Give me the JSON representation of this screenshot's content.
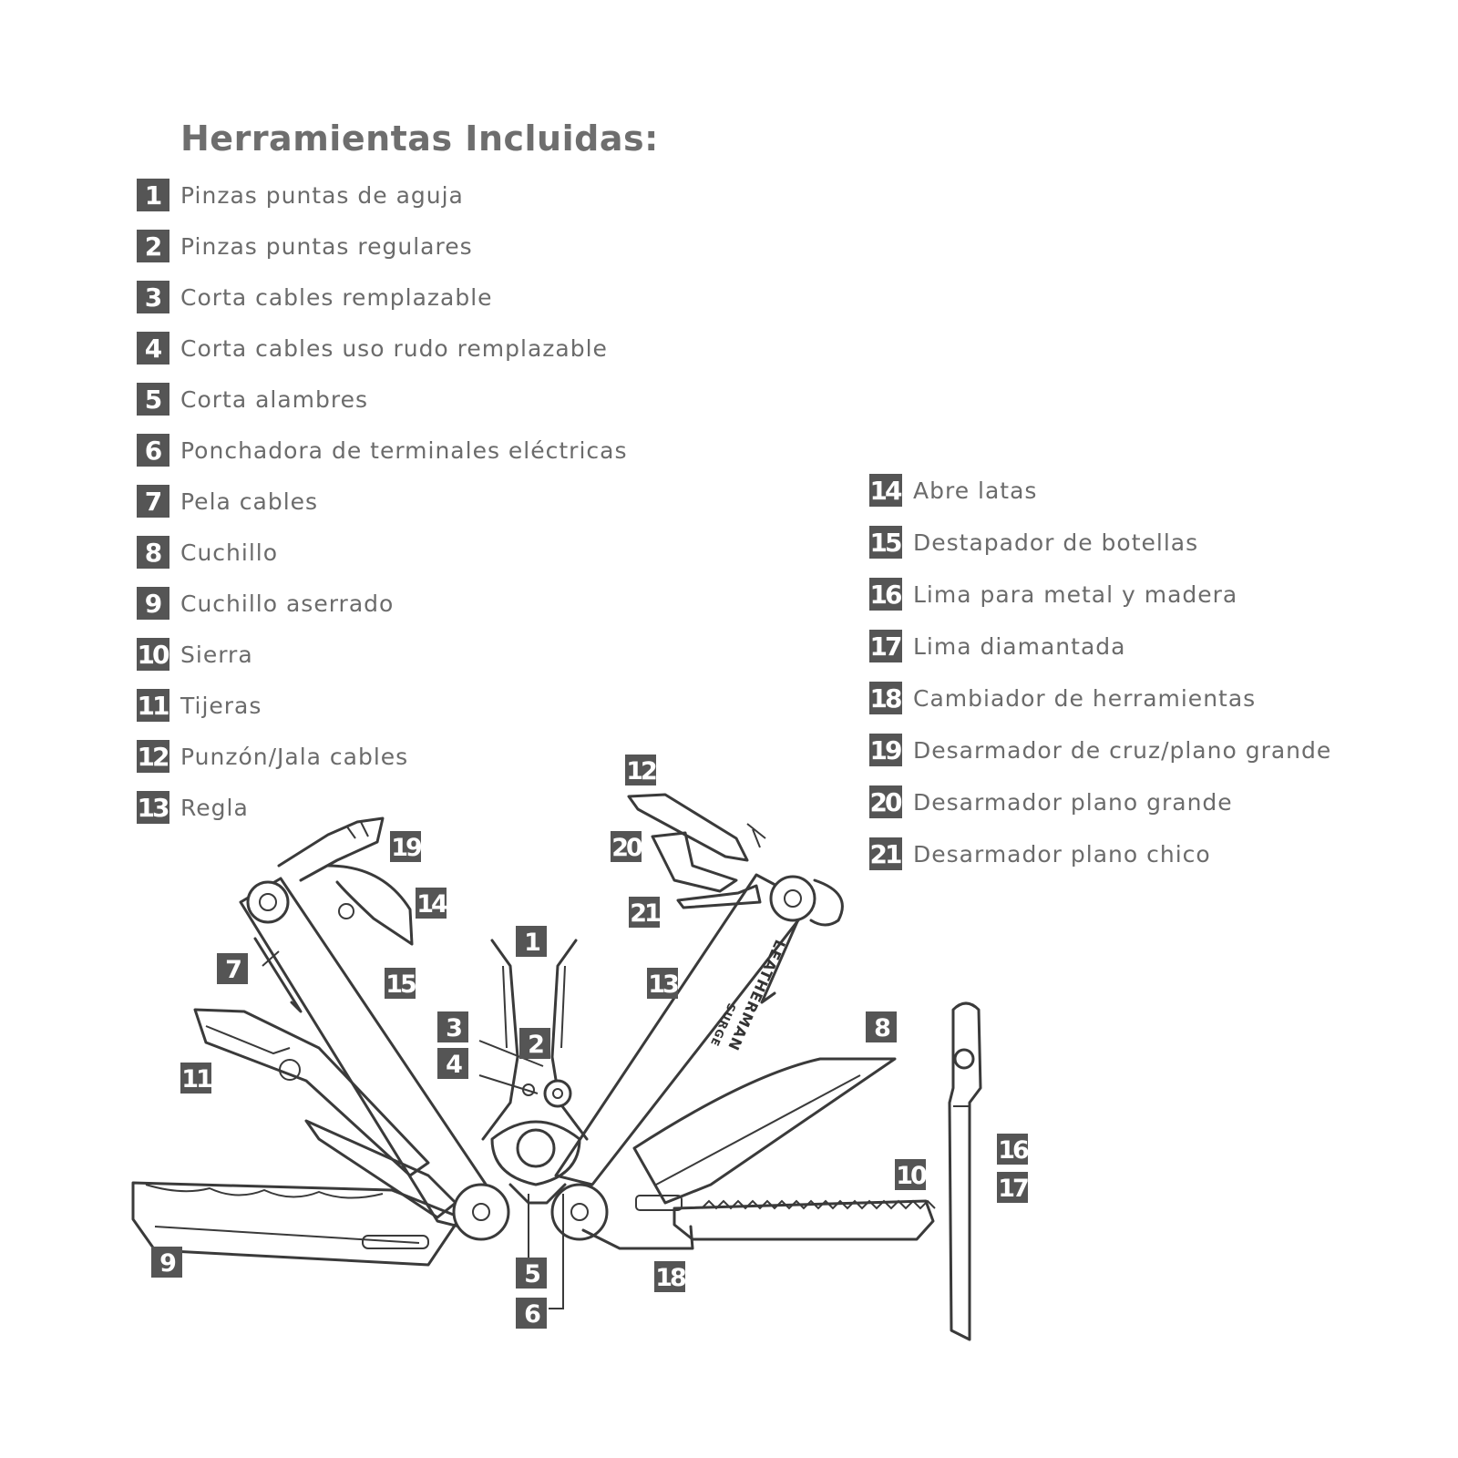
{
  "title": "Herramientas Incluidas:",
  "tools_left": [
    {
      "num": "1",
      "label": "Pinzas puntas de aguja"
    },
    {
      "num": "2",
      "label": "Pinzas puntas regulares"
    },
    {
      "num": "3",
      "label": "Corta cables remplazable"
    },
    {
      "num": "4",
      "label": "Corta cables uso rudo remplazable"
    },
    {
      "num": "5",
      "label": "Corta alambres"
    },
    {
      "num": "6",
      "label": "Ponchadora de terminales eléctricas"
    },
    {
      "num": "7",
      "label": "Pela cables"
    },
    {
      "num": "8",
      "label": "Cuchillo"
    },
    {
      "num": "9",
      "label": "Cuchillo aserrado"
    },
    {
      "num": "10",
      "label": "Sierra"
    },
    {
      "num": "11",
      "label": "Tijeras"
    },
    {
      "num": "12",
      "label": "Punzón/Jala cables"
    },
    {
      "num": "13",
      "label": "Regla"
    }
  ],
  "tools_right": [
    {
      "num": "14",
      "label": "Abre latas"
    },
    {
      "num": "15",
      "label": "Destapador de botellas"
    },
    {
      "num": "16",
      "label": "Lima para metal y madera"
    },
    {
      "num": "17",
      "label": "Lima diamantada"
    },
    {
      "num": "18",
      "label": "Cambiador de herramientas"
    },
    {
      "num": "19",
      "label": "Desarmador de cruz/plano grande"
    },
    {
      "num": "20",
      "label": "Desarmador plano grande"
    },
    {
      "num": "21",
      "label": "Desarmador plano chico"
    }
  ],
  "diagram": {
    "brand": "LEATHERMAN",
    "model": "SURGE",
    "callouts": [
      "1",
      "2",
      "3",
      "4",
      "5",
      "6",
      "7",
      "8",
      "9",
      "10",
      "11",
      "12",
      "13",
      "14",
      "15",
      "16",
      "17",
      "18",
      "19",
      "20",
      "21"
    ]
  }
}
